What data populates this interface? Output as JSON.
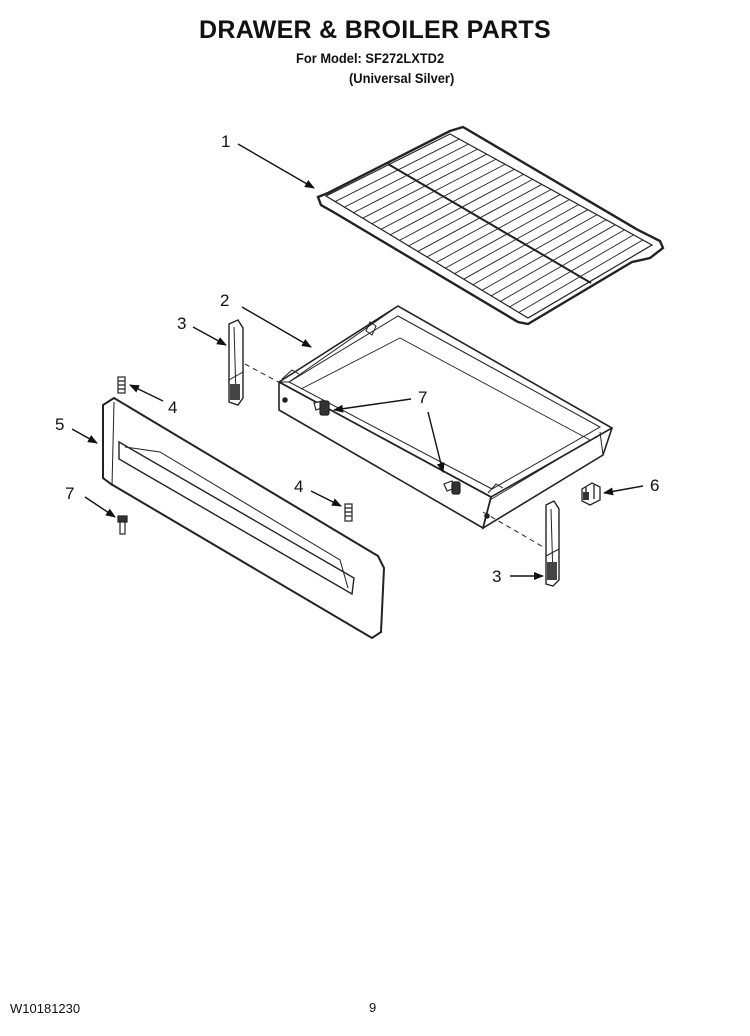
{
  "header": {
    "title": "DRAWER & BROILER PARTS",
    "model_line": "For Model: SF272LXTD2",
    "variant_line": "(Universal Silver)"
  },
  "callouts": {
    "rack": "1",
    "drawer": "2",
    "slide_left": "3",
    "slide_right": "3",
    "stud_left": "4",
    "stud_right": "4",
    "panel": "5",
    "clip": "6",
    "screw_center": "7",
    "screw_left": "7"
  },
  "footer": {
    "doc_number": "W10181230",
    "page_number": "9"
  }
}
